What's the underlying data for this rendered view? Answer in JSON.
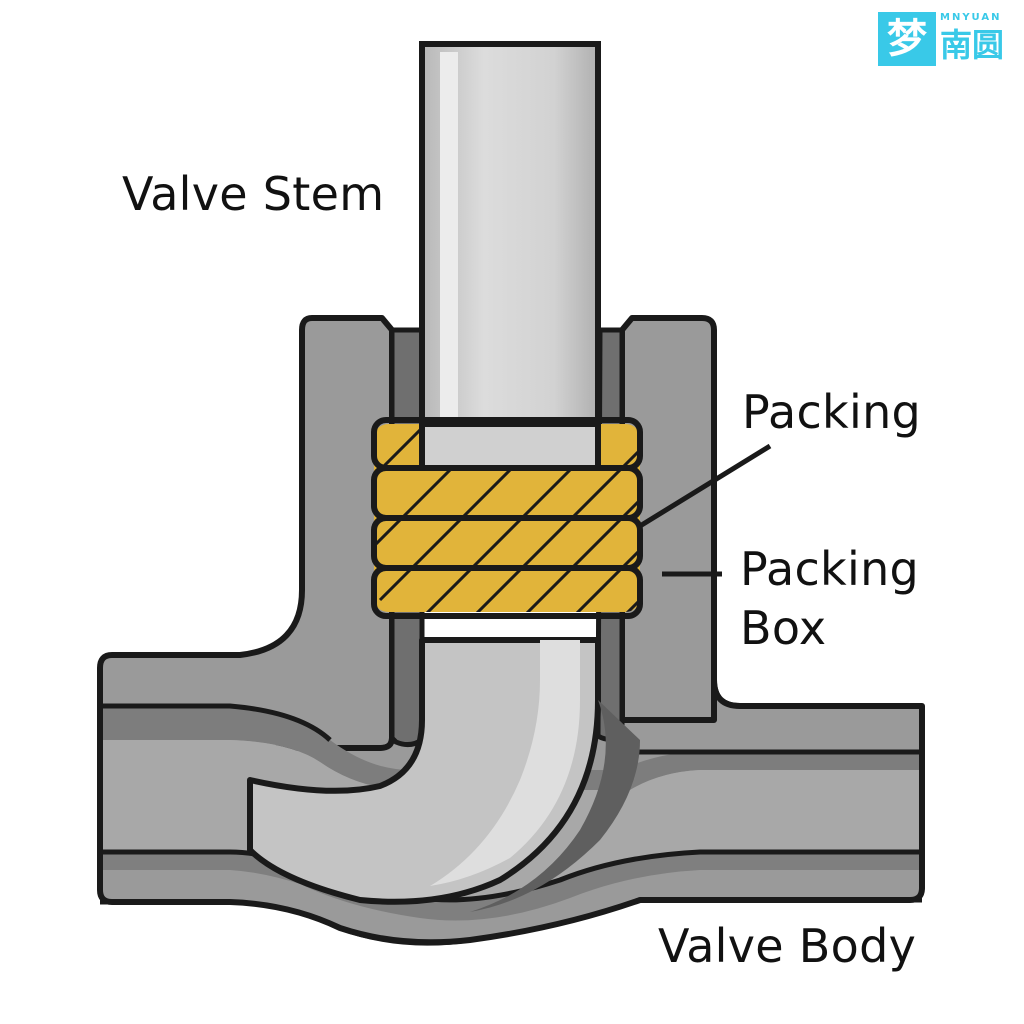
{
  "labels": {
    "valve_stem": "Valve Stem",
    "packing": "Packing",
    "packing_box_line1": "Packing",
    "packing_box_line2": "Box",
    "valve_body": "Valve Body"
  },
  "watermark": {
    "icon_char": "梦",
    "small_text": "MNYUAN",
    "cn_text": "南圆"
  },
  "colors": {
    "body_gray": "#9a9a9a",
    "dark_gray": "#7d7d7d",
    "light_gray": "#c4c4c4",
    "stem_light": "#d9d9d9",
    "packing_gold": "#e1b43a",
    "outline": "#1a1a1a",
    "watermark": "#39c9e8"
  }
}
